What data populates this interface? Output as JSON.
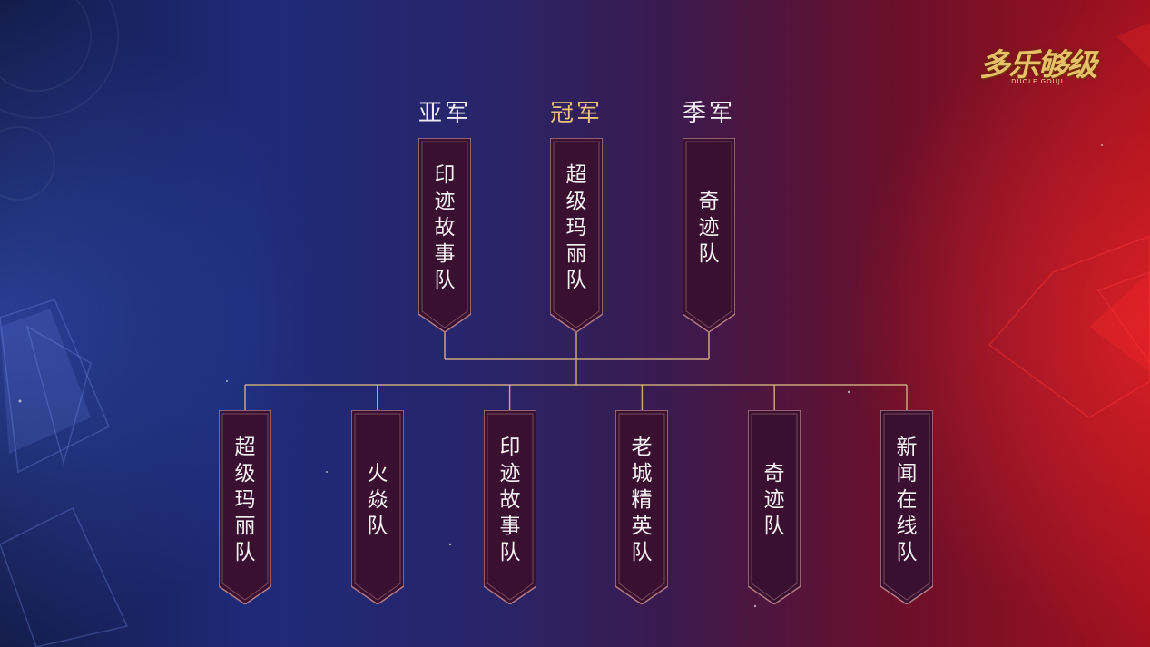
{
  "logo": {
    "text": "多乐够级",
    "sub": "DUOLE GOUJI"
  },
  "podium": [
    {
      "title": "亚军",
      "team": "印迹故事队",
      "accent": "#f1ecf3"
    },
    {
      "title": "冠军",
      "team": "超级玛丽队",
      "accent": "#e8c27a"
    },
    {
      "title": "季军",
      "team": "奇迹队",
      "accent": "#f1ecf3"
    }
  ],
  "teams": [
    {
      "team": "超级玛丽队"
    },
    {
      "team": "火焱队"
    },
    {
      "team": "印迹故事队"
    },
    {
      "team": "老城精英队"
    },
    {
      "team": "奇迹队"
    },
    {
      "team": "新闻在线队"
    }
  ],
  "colors": {
    "line": "#c9a57a",
    "banner_fill": "#3a1030",
    "banner_border": "#b07a85"
  }
}
